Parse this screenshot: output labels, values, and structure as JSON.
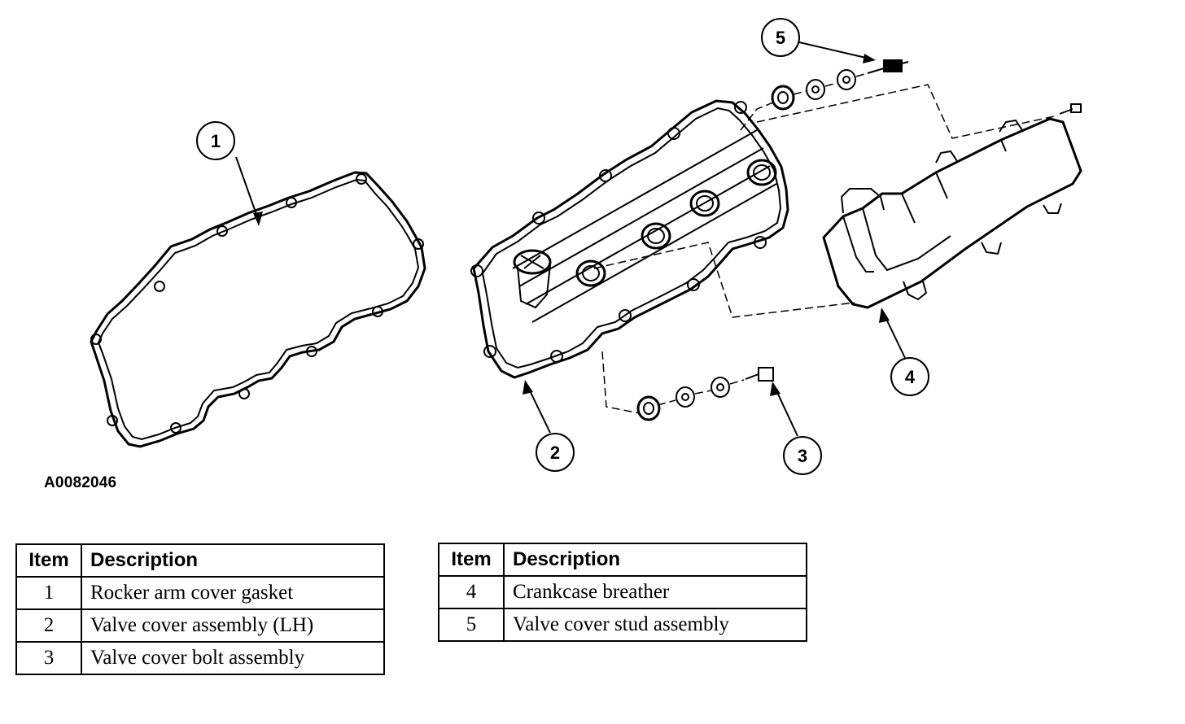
{
  "figure_id": "A0082046",
  "callouts": [
    "1",
    "2",
    "3",
    "4",
    "5"
  ],
  "table_headers": {
    "item": "Item",
    "description": "Description"
  },
  "parts_left": [
    {
      "item": "1",
      "description": "Rocker arm cover gasket"
    },
    {
      "item": "2",
      "description": "Valve cover assembly (LH)"
    },
    {
      "item": "3",
      "description": "Valve cover bolt assembly"
    }
  ],
  "parts_right": [
    {
      "item": "4",
      "description": "Crankcase breather"
    },
    {
      "item": "5",
      "description": "Valve cover stud assembly"
    }
  ]
}
